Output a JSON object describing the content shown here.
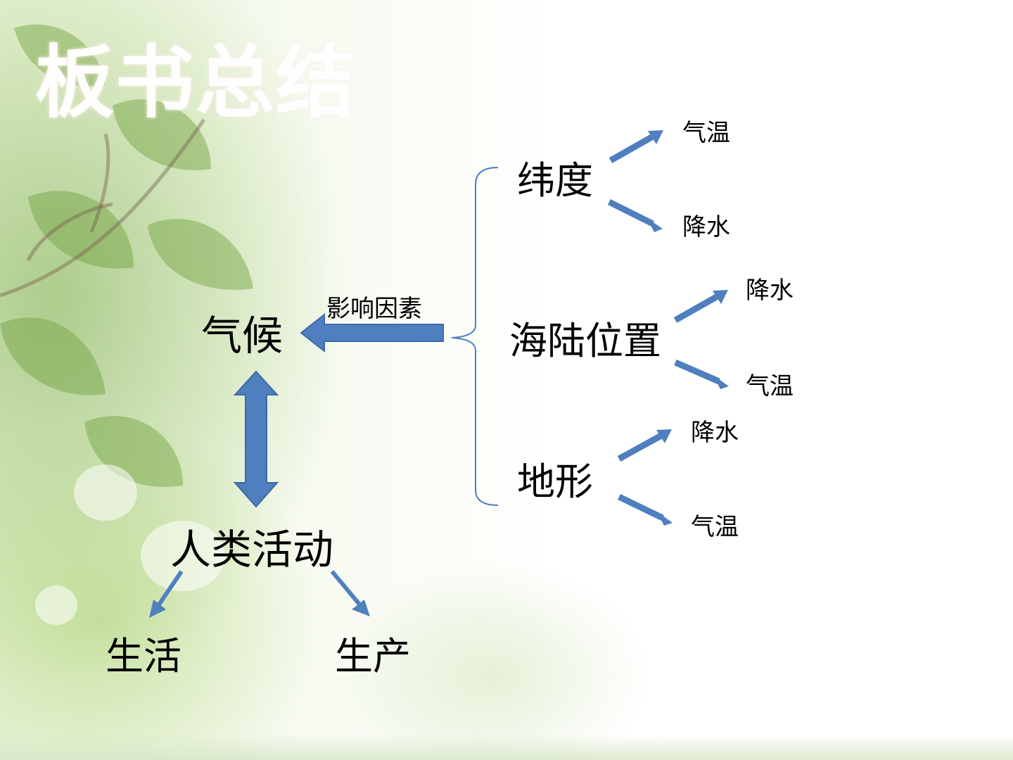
{
  "slide": {
    "title": "板书总结",
    "center": "气候",
    "influence_label": "影响因素",
    "human_activity": "人类活动",
    "outcomes": [
      "生活",
      "生产"
    ],
    "factors": [
      {
        "name": "纬度",
        "effects": [
          "气温",
          "降水"
        ]
      },
      {
        "name": "海陆位置",
        "effects": [
          "降水",
          "气温"
        ]
      },
      {
        "name": "地形",
        "effects": [
          "降水",
          "气温"
        ]
      }
    ]
  },
  "colors": {
    "arrow": "#4f7fbe",
    "bracket": "#4f7fbe",
    "text": "#000000"
  }
}
